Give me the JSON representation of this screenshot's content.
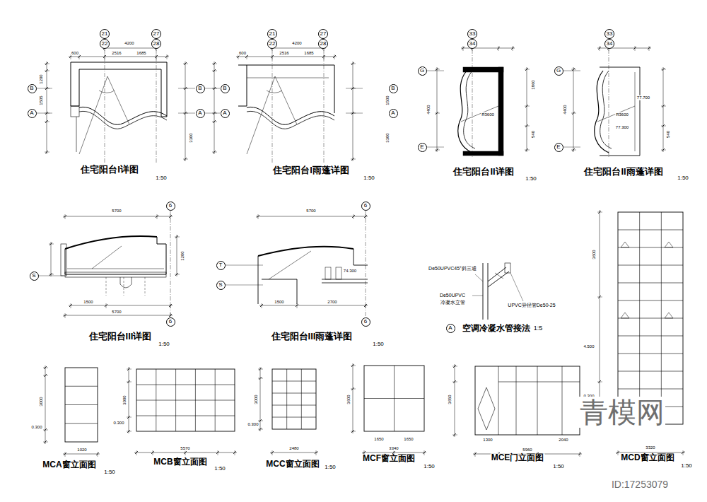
{
  "diagram": {
    "nodes": [
      {
        "text": [
          "21"
        ]
      },
      {
        "text": [
          "22"
        ]
      },
      {
        "text": [
          "27"
        ]
      },
      {
        "text": [
          "28"
        ]
      },
      {
        "text": [
          "B"
        ]
      },
      {
        "text": [
          "A"
        ]
      },
      {
        "text": [
          "B"
        ]
      },
      {
        "text": [
          "A"
        ]
      },
      {
        "text": [
          "21"
        ]
      },
      {
        "text": [
          "22"
        ]
      },
      {
        "text": [
          "27"
        ]
      },
      {
        "text": [
          "28"
        ]
      },
      {
        "text": [
          "B"
        ]
      },
      {
        "text": [
          "A"
        ]
      },
      {
        "text": [
          "B"
        ]
      },
      {
        "text": [
          "A"
        ]
      },
      {
        "text": [
          "33"
        ]
      },
      {
        "text": [
          "34"
        ]
      },
      {
        "text": [
          "G"
        ]
      },
      {
        "text": [
          "E"
        ]
      },
      {
        "text": [
          "33"
        ]
      },
      {
        "text": [
          "34"
        ]
      },
      {
        "text": [
          "G"
        ]
      },
      {
        "text": [
          "E"
        ]
      },
      {
        "text": [
          "6"
        ]
      },
      {
        "text": [
          "S"
        ]
      },
      {
        "text": [
          "6"
        ]
      },
      {
        "text": [
          "6"
        ]
      },
      {
        "text": [
          "T"
        ]
      },
      {
        "text": [
          "S"
        ]
      },
      {
        "text": [
          "6"
        ]
      },
      {
        "text": [
          "A"
        ]
      }
    ],
    "labels": [
      "住宅阳台I详图",
      "1:50",
      "住宅阳台I雨蓬详图",
      "1:50",
      "住宅阳台II详图",
      "1:50",
      "住宅阳台II雨蓬详图",
      "1:50",
      "住宅阳台III详图",
      "1:50",
      "住宅阳台III雨蓬详图",
      "1:50",
      "空调冷凝水管接法",
      "1:5",
      "MCA窗立面图",
      "1:50",
      "MCB窗立面图",
      "1:50",
      "MCC窗立面图",
      "1:50",
      "MCF窗立面图",
      "1:50",
      "MCE门立面图",
      "1:50",
      "MCD窗立面图",
      "1:50",
      "4200",
      "600",
      "2516",
      "1685",
      "1200",
      "1505",
      "3300",
      "4200",
      "600",
      "2516",
      "1685",
      "1500",
      "3300",
      "4400",
      "R3600",
      "1860",
      "540",
      "4400",
      "R3600",
      "77.700",
      "77.300",
      "540",
      "5700",
      "1200",
      "1500",
      "5700",
      "5700",
      "1500",
      "2700",
      "74.300",
      "De50UPVC45°斜三通",
      "De50UPVC",
      "冷凝水立管",
      "UPVC异径管De50-25",
      "3000",
      "0.300",
      "1020",
      "3000",
      "0.300",
      "5570",
      "3000",
      "0.300",
      "2480",
      "3600",
      "1650",
      "1650",
      "3340",
      "3650",
      "1300",
      "2040",
      "5960",
      "3600",
      "4.500",
      "0.300",
      "3320",
      "青模网",
      "ID:17253079"
    ]
  }
}
